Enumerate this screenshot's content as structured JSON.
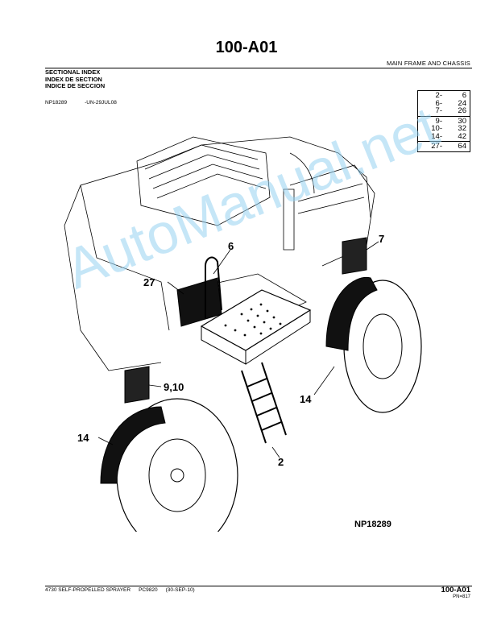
{
  "header": {
    "page_id": "100-A01",
    "section_title": "MAIN FRAME AND CHASSIS"
  },
  "index_titles": [
    "SECTIONAL INDEX",
    "INDEX DE SECTION",
    "INDICE DE SECCION"
  ],
  "reference": {
    "code": "NP18289",
    "revision": "-UN-29JUL08"
  },
  "page_index": {
    "groups": [
      [
        {
          "ref": "2-",
          "page": "6"
        },
        {
          "ref": "6-",
          "page": "24"
        },
        {
          "ref": "7-",
          "page": "26"
        }
      ],
      [
        {
          "ref": "9-",
          "page": "30"
        },
        {
          "ref": "10-",
          "page": "32"
        },
        {
          "ref": "14-",
          "page": "42"
        }
      ],
      [
        {
          "ref": "27-",
          "page": "64"
        }
      ]
    ]
  },
  "illustration": {
    "figure_label": "NP18289",
    "callouts": {
      "c27": "27",
      "c6": "6",
      "c7": "7",
      "c910": "9,10",
      "c14a": "14",
      "c14b": "14",
      "c2": "2"
    },
    "line_color": "#000000"
  },
  "watermark": {
    "text": "AutoManual.net",
    "color": "#96d2f0"
  },
  "footer": {
    "model": "4730 SELF-PROPELLED SPRAYER",
    "catalog": "PC9820",
    "date": "(30-SEP-10)",
    "page_id": "100-A01",
    "pn": "PN=817"
  }
}
